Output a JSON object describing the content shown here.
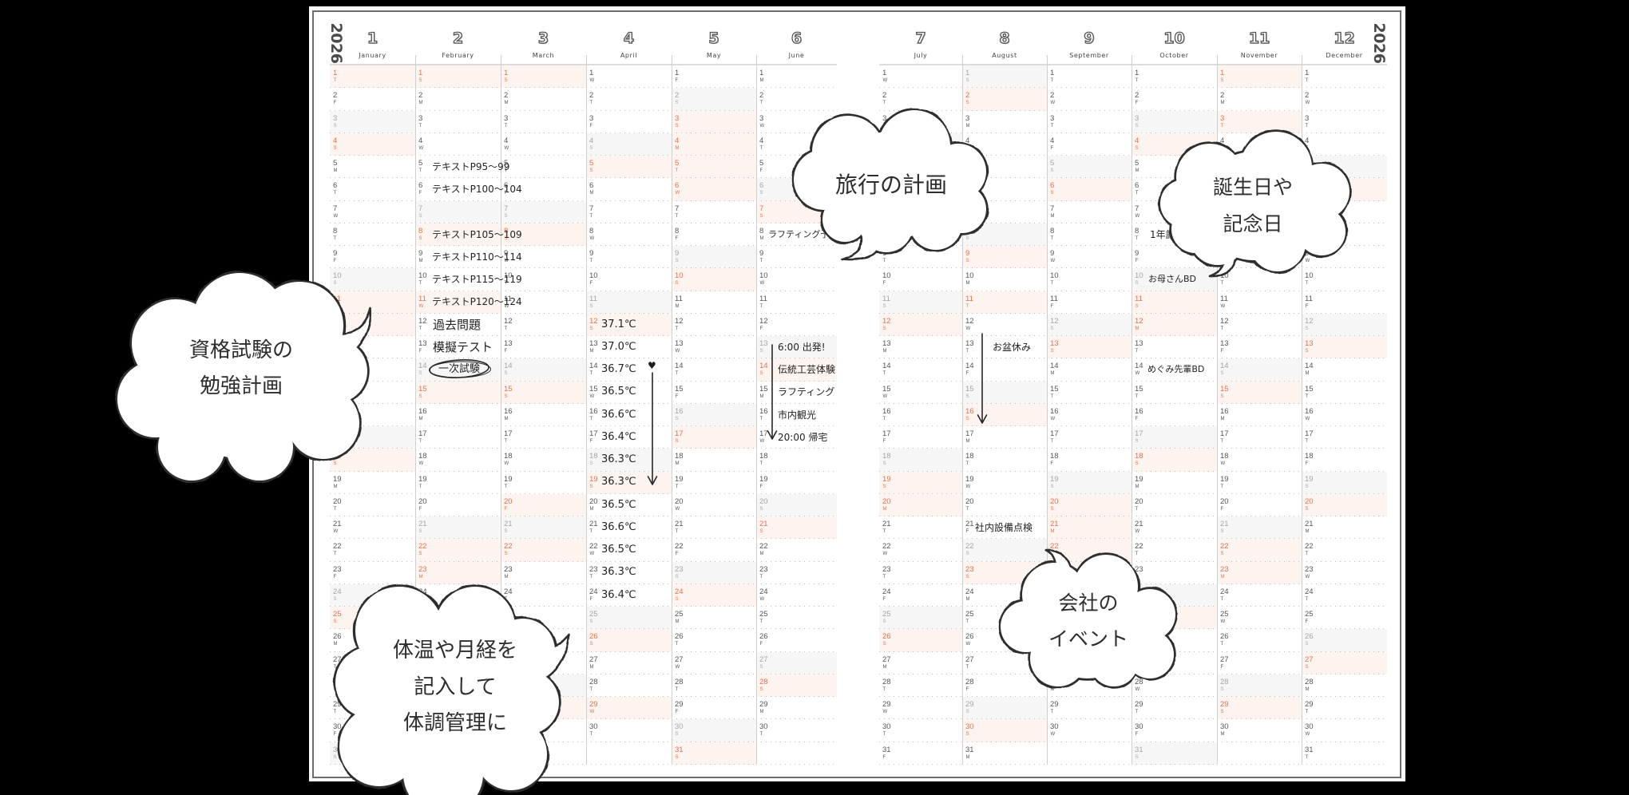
{
  "colors": {
    "background": "#000000",
    "holiday_text": "#e0714f",
    "holiday_bg": "#fdf4f0",
    "saturday_text": "#a6a6a6",
    "saturday_bg": "#f6f6f6",
    "weekday_text": "#555555"
  },
  "calendar": {
    "year": "2026",
    "dates": [
      1,
      2,
      3,
      4,
      5,
      6,
      7,
      8,
      9,
      10,
      11,
      12,
      13,
      14,
      15,
      16,
      17,
      18,
      19,
      20,
      21,
      22,
      23,
      24,
      25,
      26,
      27,
      28,
      29,
      30,
      31
    ],
    "months": [
      {
        "number": "1",
        "name": "January",
        "day_count": 31,
        "weekdays": "TFSSMTWTFSSMTWTFSSMTWTFSSMTWTFS",
        "day_types": "hwshwwwwwshhwwwwshwwwwwshwwwwws"
      },
      {
        "number": "2",
        "name": "February",
        "day_count": 28,
        "weekdays": "SMTWTFSSMTWTFSSMTWTFSSMTWTFS",
        "day_types": "hwwwwwshwwhwwshwwwwwshhwwwws"
      },
      {
        "number": "3",
        "name": "March",
        "day_count": 31,
        "weekdays": "SMTWTFSSMTWTFSSMTWTFSSMTWTFSSMT",
        "day_types": "hwwwwwshwwwwwshwwwwhshwwwwwshww"
      },
      {
        "number": "4",
        "name": "April",
        "day_count": 30,
        "weekdays": "WTFSSMTWTFSSMTWTFSSMTWTFSSMTWT",
        "day_types": "wwwshwwwwwshwwwwwshwwwwwshwwhw"
      },
      {
        "number": "5",
        "name": "May",
        "day_count": 31,
        "weekdays": "FSSMTWTFSSMTWTFSSMTWTFSSMTWTFSS",
        "day_types": "wshhhhwwshwwwwwshwwwwwshwwwwwsh"
      },
      {
        "number": "6",
        "name": "June",
        "day_count": 30,
        "weekdays": "MTWTFSSMTWTFSSMTWTFSSMTWTFSSMT",
        "day_types": "wwwwwshwwwwwshwwwwwshwwwwwshww"
      },
      {
        "number": "7",
        "name": "July",
        "day_count": 31,
        "weekdays": "WTFSSMTWTFSSMTWTFSSMTWTFSSMTWTF",
        "day_types": "wwwshwwwwwshwwwwwshhwwwwshwwwww"
      },
      {
        "number": "8",
        "name": "August",
        "day_count": 31,
        "weekdays": "SSMTWTFSSMTWTFSSMTWTFSSMTWTFSSM",
        "day_types": "shwwwwwshwhwwwshwwwwwshwwwwwshw"
      },
      {
        "number": "9",
        "name": "September",
        "day_count": 30,
        "weekdays": "TWTFSSMTWTFSSMTWTFSSMTWTFSSMTW",
        "day_types": "wwwwshwwwwwshwwwwwshhhhwwshwww"
      },
      {
        "number": "10",
        "name": "October",
        "day_count": 31,
        "weekdays": "TFSSMTWTFSSMTWTFSSMTWTFSSMTWTFS",
        "day_types": "wwshwwwwwshhwwwwshwwwwwshwwwwws"
      },
      {
        "number": "11",
        "name": "November",
        "day_count": 30,
        "weekdays": "SMTWTFSSMTWTFSSMTWTFSSMTWTFSSM",
        "day_types": "hwhwwwshwwwwwshwwwwwshhwwwwshw"
      },
      {
        "number": "12",
        "name": "December",
        "day_count": 31,
        "weekdays": "TWTFSSMTWTFSSMTWTFSSMTWTFSSMTWT",
        "day_types": "wwwwshwwwwwshwwwwwshwwwwwshwwww"
      }
    ]
  },
  "notes": {
    "february": [
      {
        "day": 5,
        "text": "テキストP95〜99"
      },
      {
        "day": 6,
        "text": "テキストP100〜104"
      },
      {
        "day": 8,
        "text": "テキストP105〜109"
      },
      {
        "day": 9,
        "text": "テキストP110〜114"
      },
      {
        "day": 10,
        "text": "テキストP115〜119"
      },
      {
        "day": 11,
        "text": "テキストP120〜124"
      },
      {
        "day": 12,
        "text": "過去問題"
      },
      {
        "day": 13,
        "text": "模擬テスト"
      },
      {
        "day": 14,
        "text": "一次試験"
      }
    ],
    "april_temperatures": [
      {
        "day": 12,
        "text": "37.1℃"
      },
      {
        "day": 13,
        "text": "37.0℃"
      },
      {
        "day": 14,
        "text": "36.7℃"
      },
      {
        "day": 15,
        "text": "36.5℃"
      },
      {
        "day": 16,
        "text": "36.6℃"
      },
      {
        "day": 17,
        "text": "36.4℃"
      },
      {
        "day": 18,
        "text": "36.3℃"
      },
      {
        "day": 19,
        "text": "36.3℃"
      },
      {
        "day": 20,
        "text": "36.5℃"
      },
      {
        "day": 21,
        "text": "36.6℃"
      },
      {
        "day": 22,
        "text": "36.5℃"
      },
      {
        "day": 23,
        "text": "36.3℃"
      },
      {
        "day": 24,
        "text": "36.4℃"
      }
    ],
    "april_marker": "♥",
    "june": [
      {
        "day": 8,
        "text": "ラフティング予"
      },
      {
        "day": 13,
        "text": "6:00 出発!"
      },
      {
        "day": 14,
        "text": "伝統工芸体験"
      },
      {
        "day": 15,
        "text": "ラフティング"
      },
      {
        "day": 16,
        "text": "市内観光"
      },
      {
        "day": 17,
        "text": "20:00 帰宅"
      }
    ],
    "august": [
      {
        "day": 13,
        "text": "お盆休み"
      },
      {
        "day": 21,
        "text": "社内設備点検"
      }
    ],
    "october": [
      {
        "day": 8,
        "text": "1年記"
      },
      {
        "day": 10,
        "text": "お母さんBD"
      },
      {
        "day": 14,
        "text": "めぐみ先輩BD"
      }
    ]
  },
  "callouts": {
    "study_plan": [
      "資格試験の",
      "勉強計画"
    ],
    "travel_plan": [
      "旅行の計画"
    ],
    "birthdays": [
      "誕生日や",
      "記念日"
    ],
    "health": [
      "体温や月経を",
      "記入して",
      "体調管理に"
    ],
    "company_events": [
      "会社の",
      "イベント"
    ]
  }
}
